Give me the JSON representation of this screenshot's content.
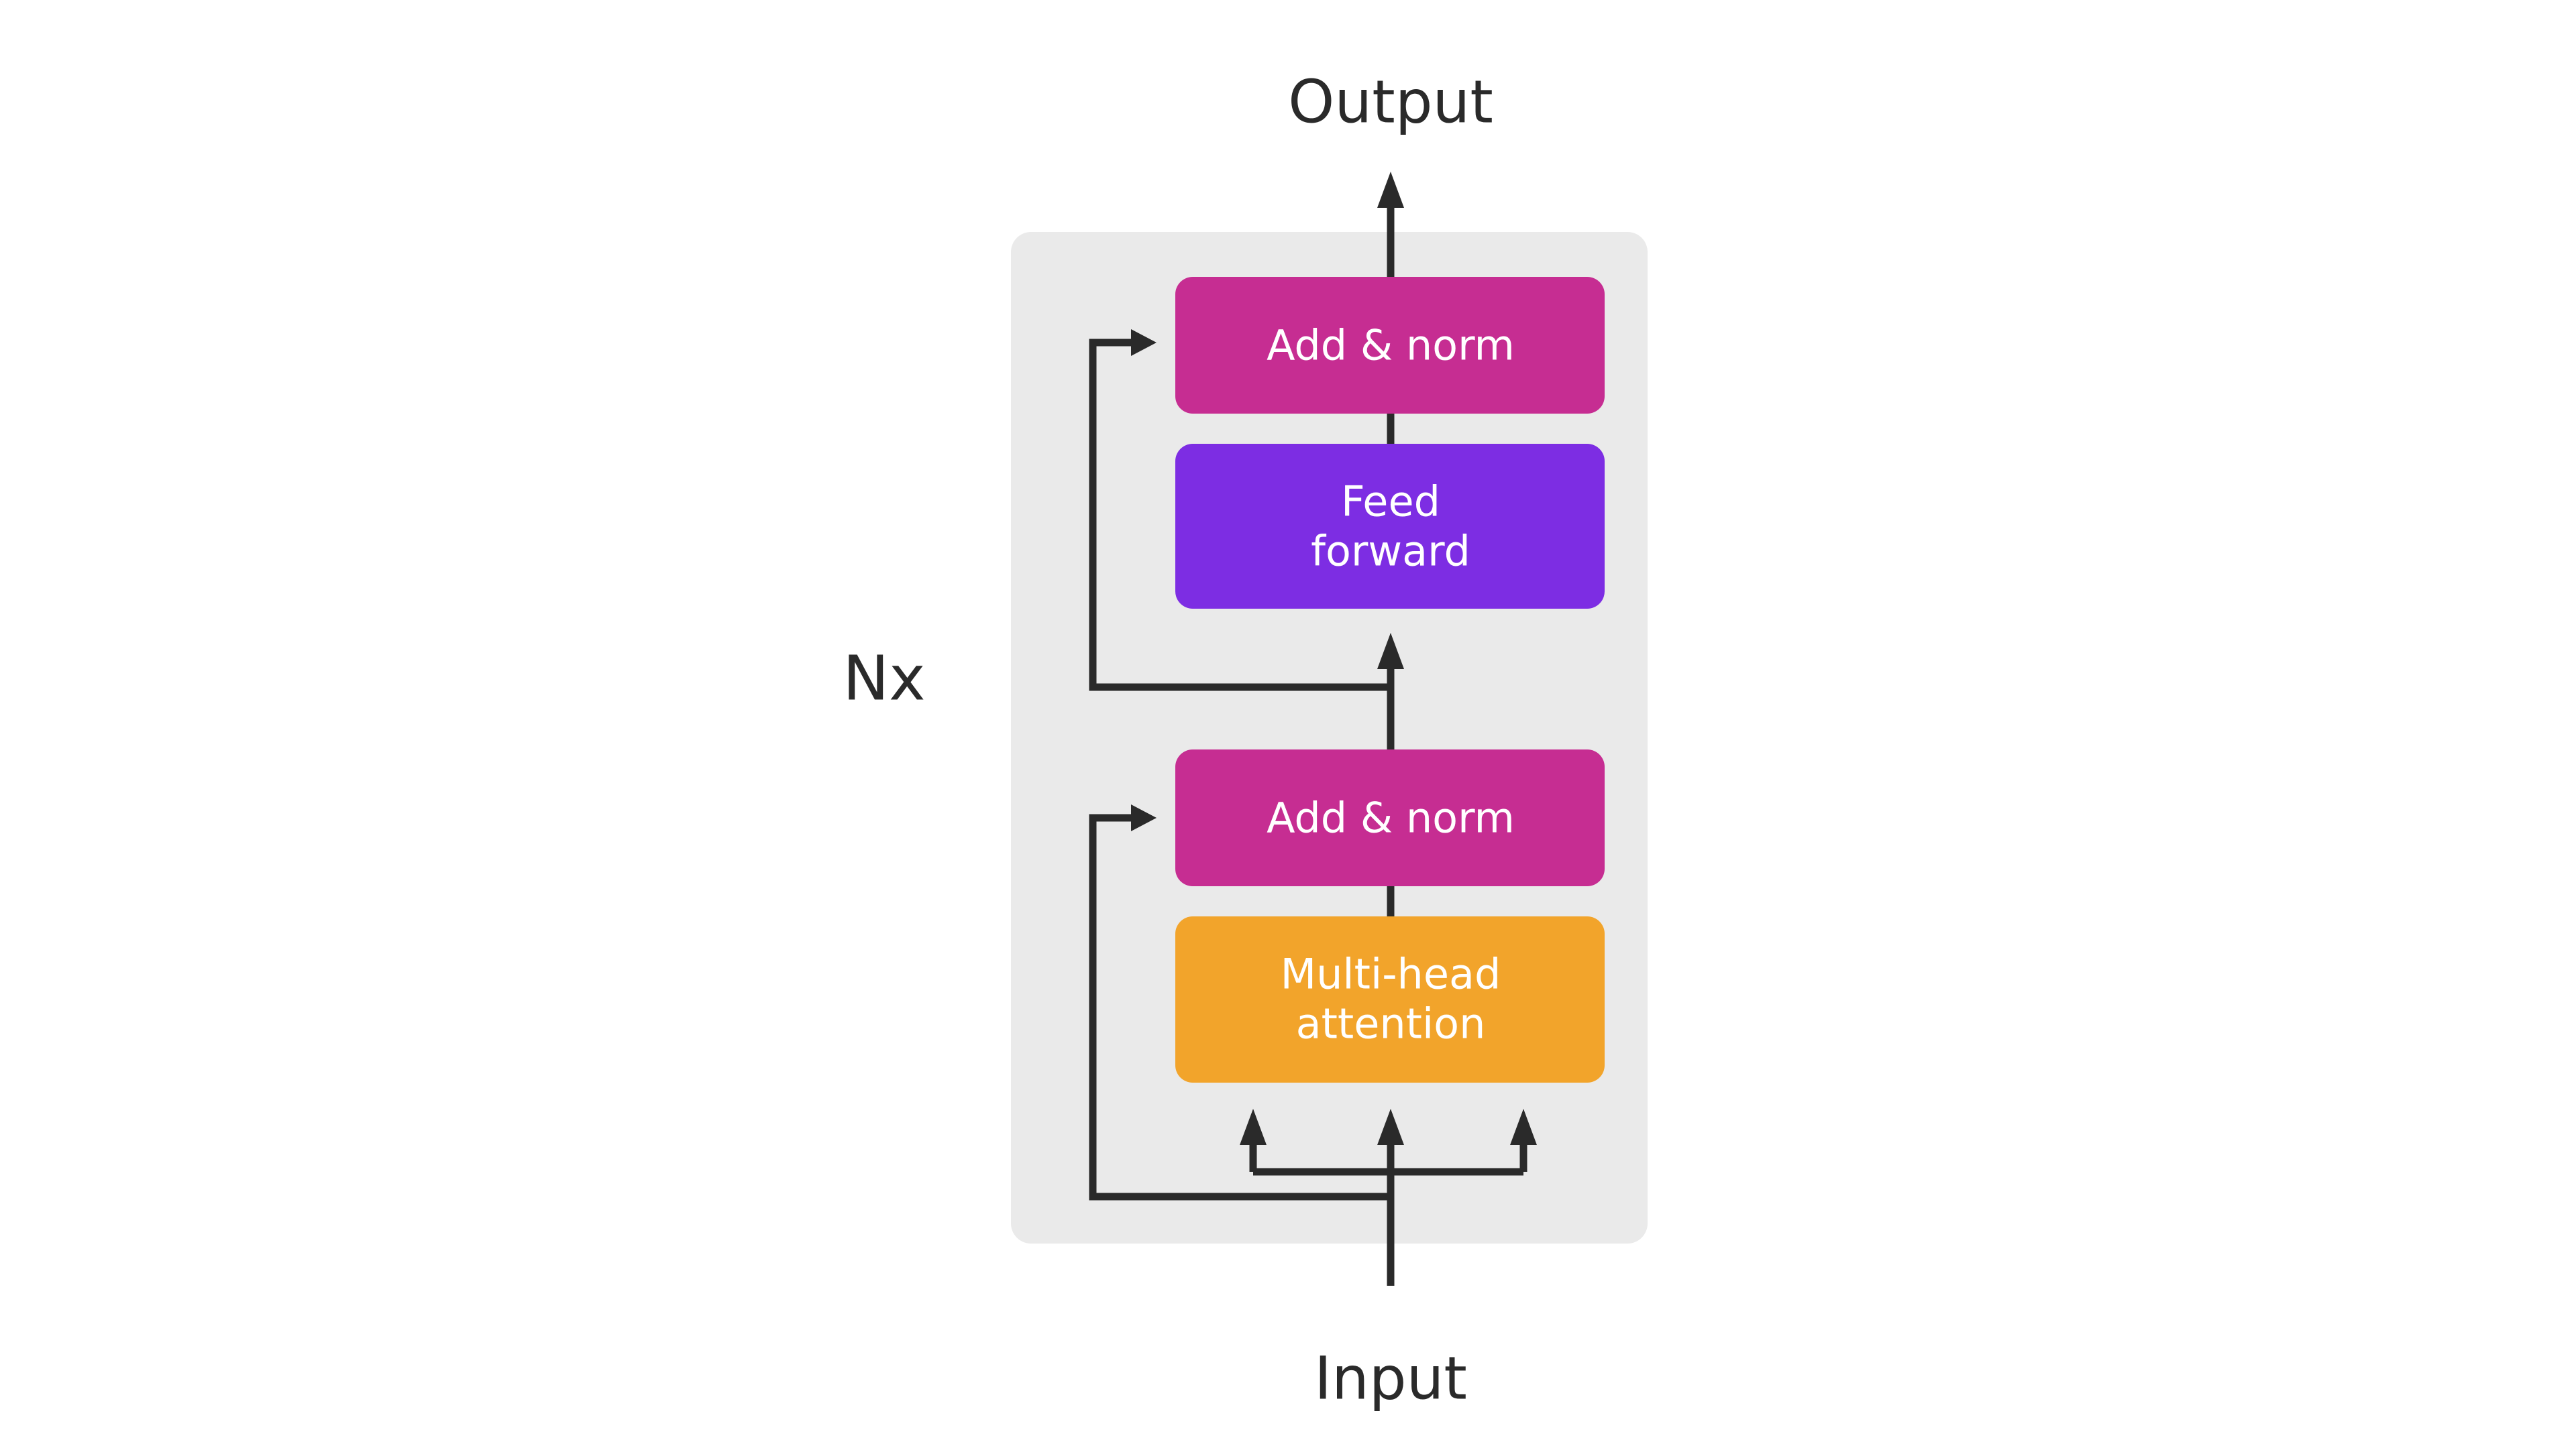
{
  "diagram": {
    "output_label": "Output",
    "input_label": "Input",
    "repeat_label": "Nx",
    "blocks": {
      "add_norm_top": {
        "label": "Add & norm"
      },
      "feed_forward": {
        "line1": "Feed",
        "line2": "forward"
      },
      "add_norm_bottom": {
        "label": "Add & norm"
      },
      "multi_head_attention": {
        "line1": "Multi-head",
        "line2": "attention"
      }
    },
    "colors": {
      "background": "#ffffff",
      "container": "#EAEAEA",
      "magenta": "#C62D92",
      "purple": "#7D2DE3",
      "orange": "#F2A42B",
      "line": "#2A2A2A",
      "text": "#2A2A2A",
      "block_text": "#FFFFFF"
    }
  }
}
